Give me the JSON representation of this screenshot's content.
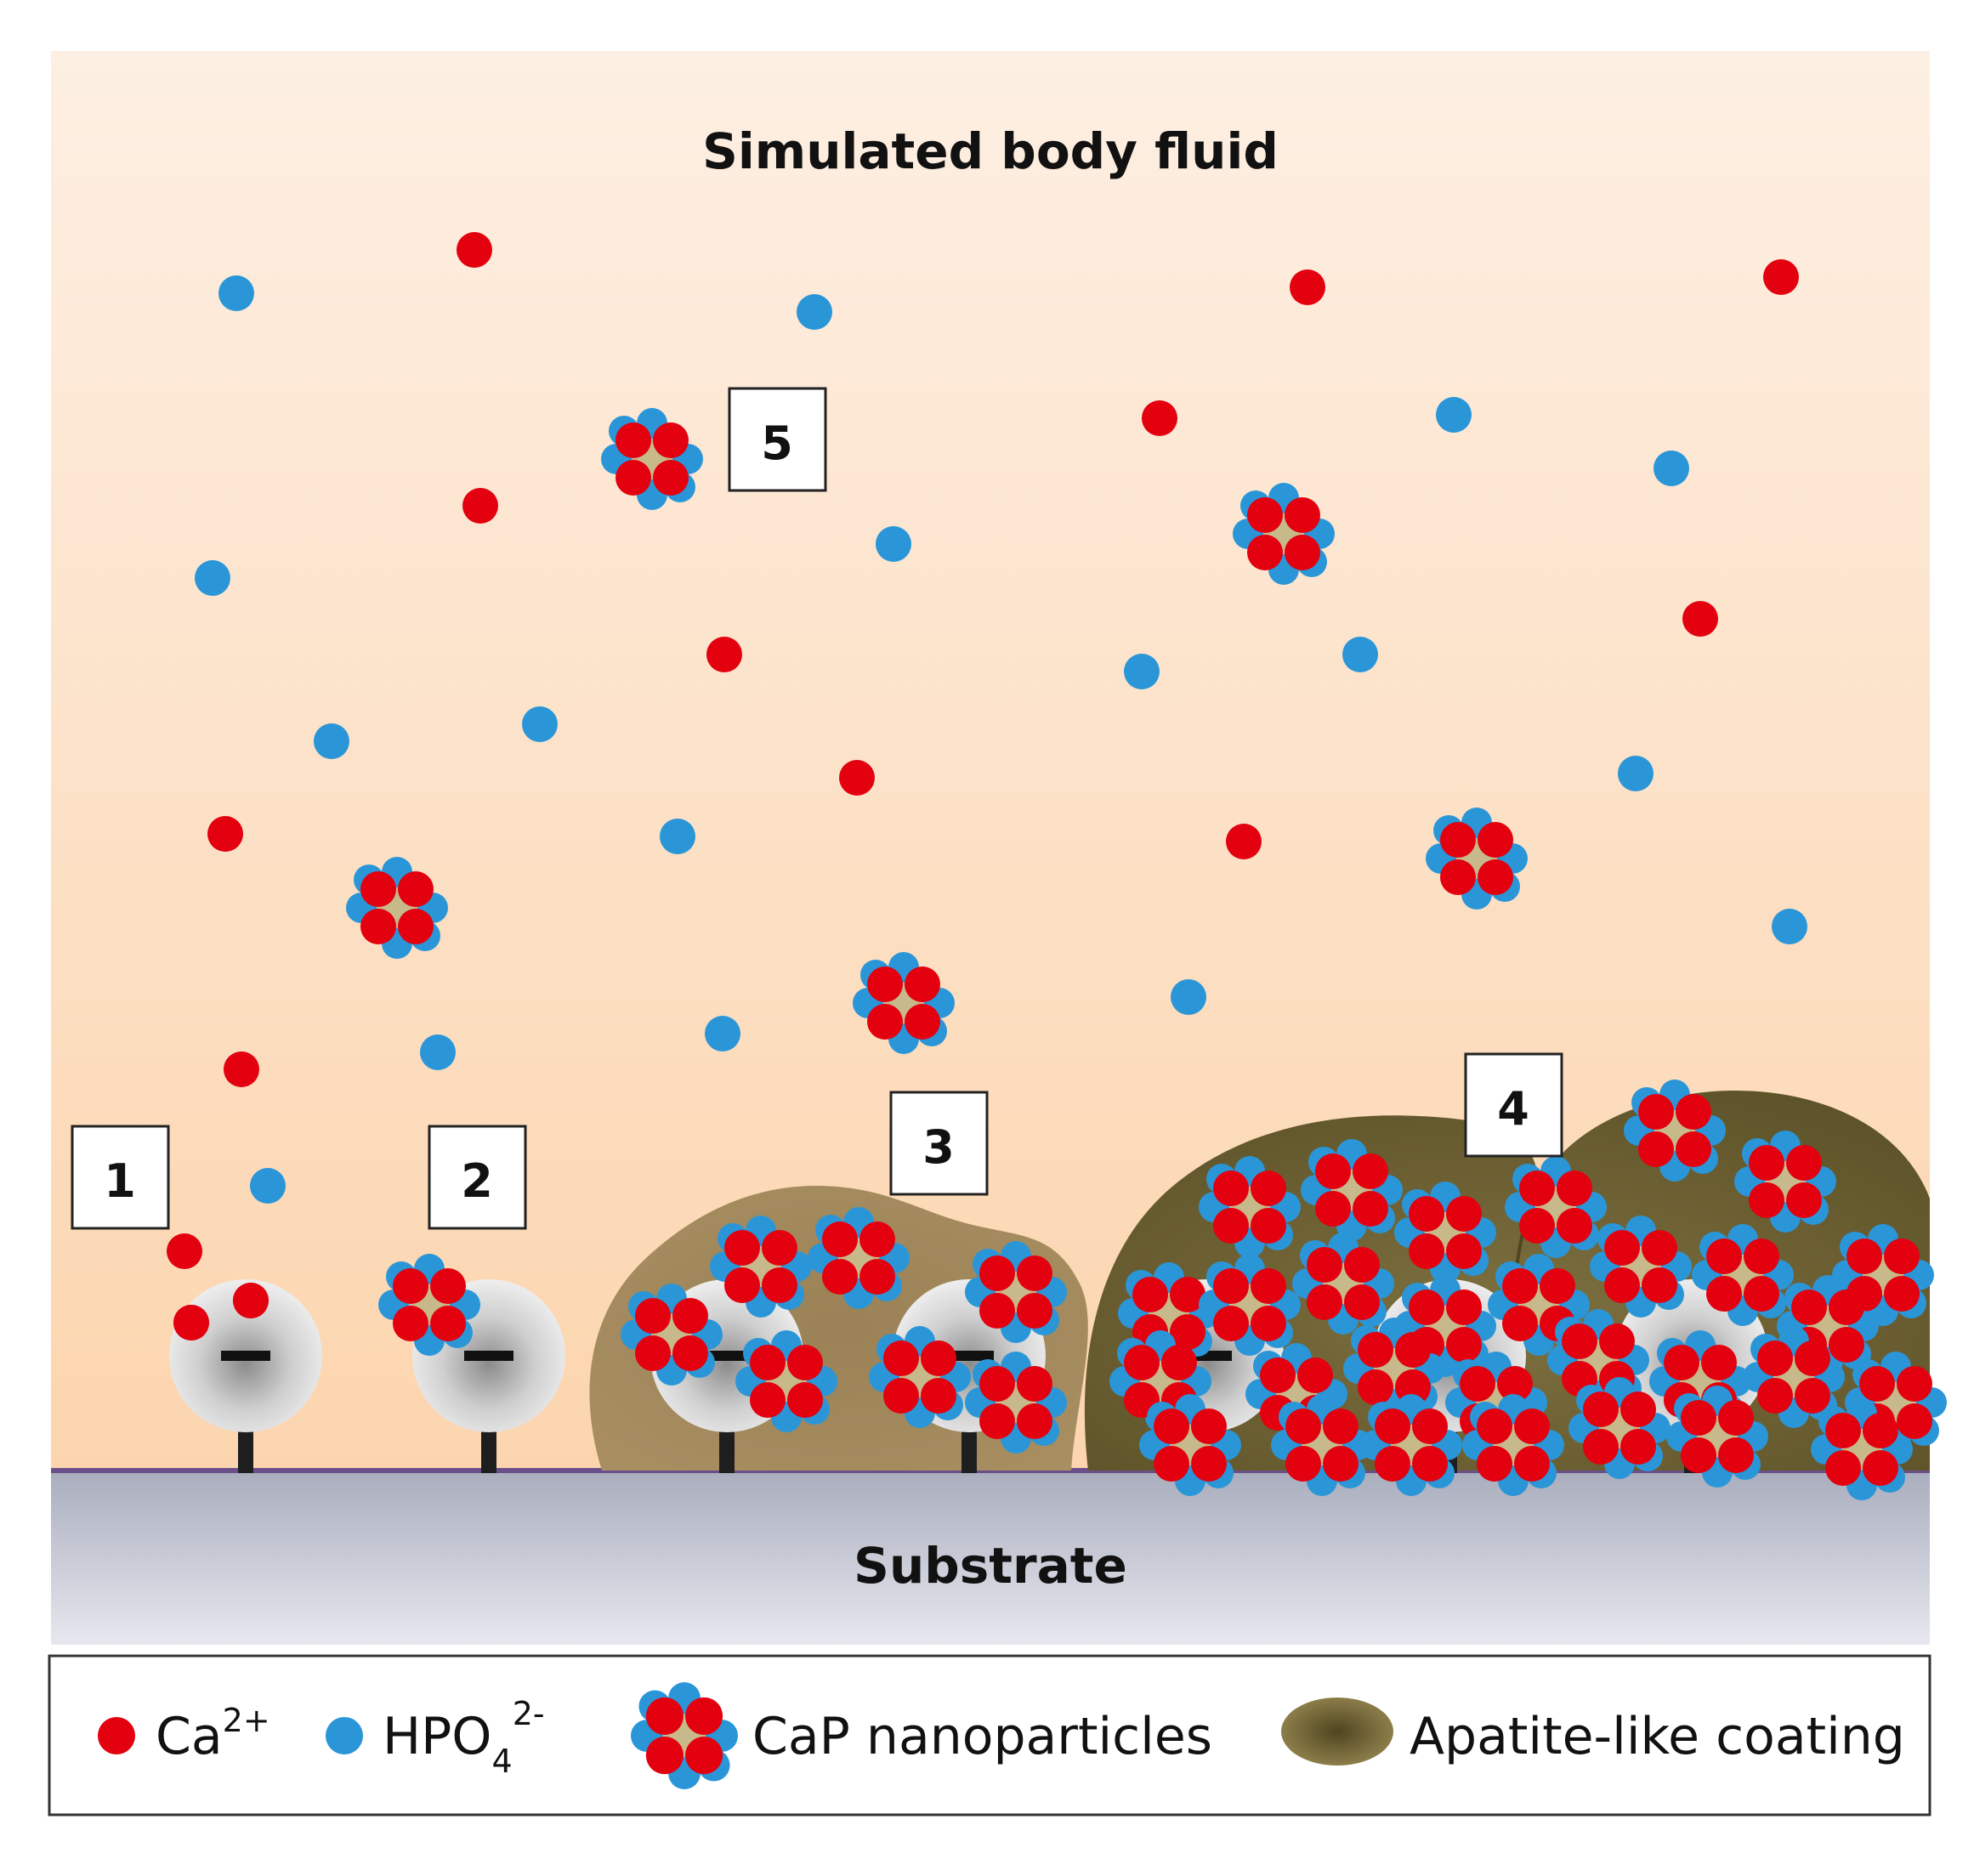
{
  "diagram": {
    "title": "Simulated body fluid",
    "substrate_label": "Substrate",
    "steps": [
      "1",
      "2",
      "3",
      "4",
      "5"
    ],
    "legend": {
      "ca": {
        "base": "Ca",
        "sup": "2+"
      },
      "hpo": {
        "base": "HPO",
        "sub": "4",
        "sup": "2-"
      },
      "cap": "CaP nanoparticles",
      "apatite": "Apatite-like coating"
    },
    "colors": {
      "ca": "#e3000f",
      "hpo": "#2a96d8",
      "core": "#c8b98a",
      "coating_light": "#a58c5c",
      "coating_dark": "#6e6232",
      "fluid_top": "#fdeee0",
      "fluid_bottom": "#fcd6b0",
      "substrate": "#b8bccb",
      "substrate_line": "#6a4f8a"
    }
  }
}
